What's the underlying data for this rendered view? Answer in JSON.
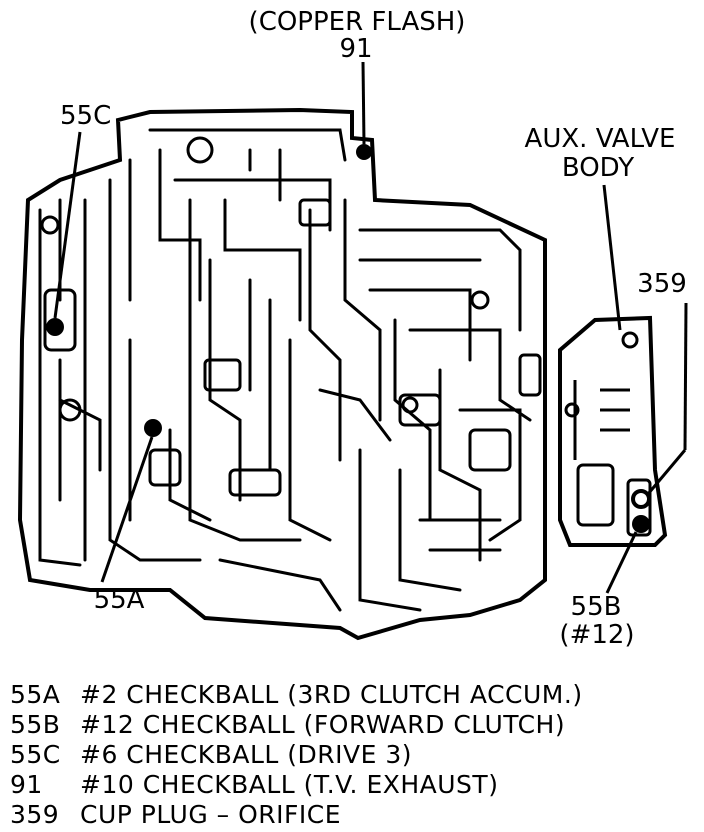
{
  "labels": {
    "copper_flash": "(COPPER FLASH)",
    "l91": "91",
    "l55c": "55C",
    "aux_line1": "AUX. VALVE",
    "aux_line2": "BODY",
    "l359": "359",
    "l55a": "55A",
    "l55b": "55B",
    "l12": "(#12)"
  },
  "legend": [
    {
      "code": "55A",
      "text": "#2 CHECKBALL (3RD CLUTCH ACCUM.)"
    },
    {
      "code": "55B",
      "text": "#12 CHECKBALL (FORWARD CLUTCH)"
    },
    {
      "code": "55C",
      "text": "#6 CHECKBALL (DRIVE 3)"
    },
    {
      "code": "91",
      "text": "#10 CHECKBALL (T.V. EXHAUST)"
    },
    {
      "code": "359",
      "text": "CUP PLUG – ORIFICE"
    }
  ]
}
